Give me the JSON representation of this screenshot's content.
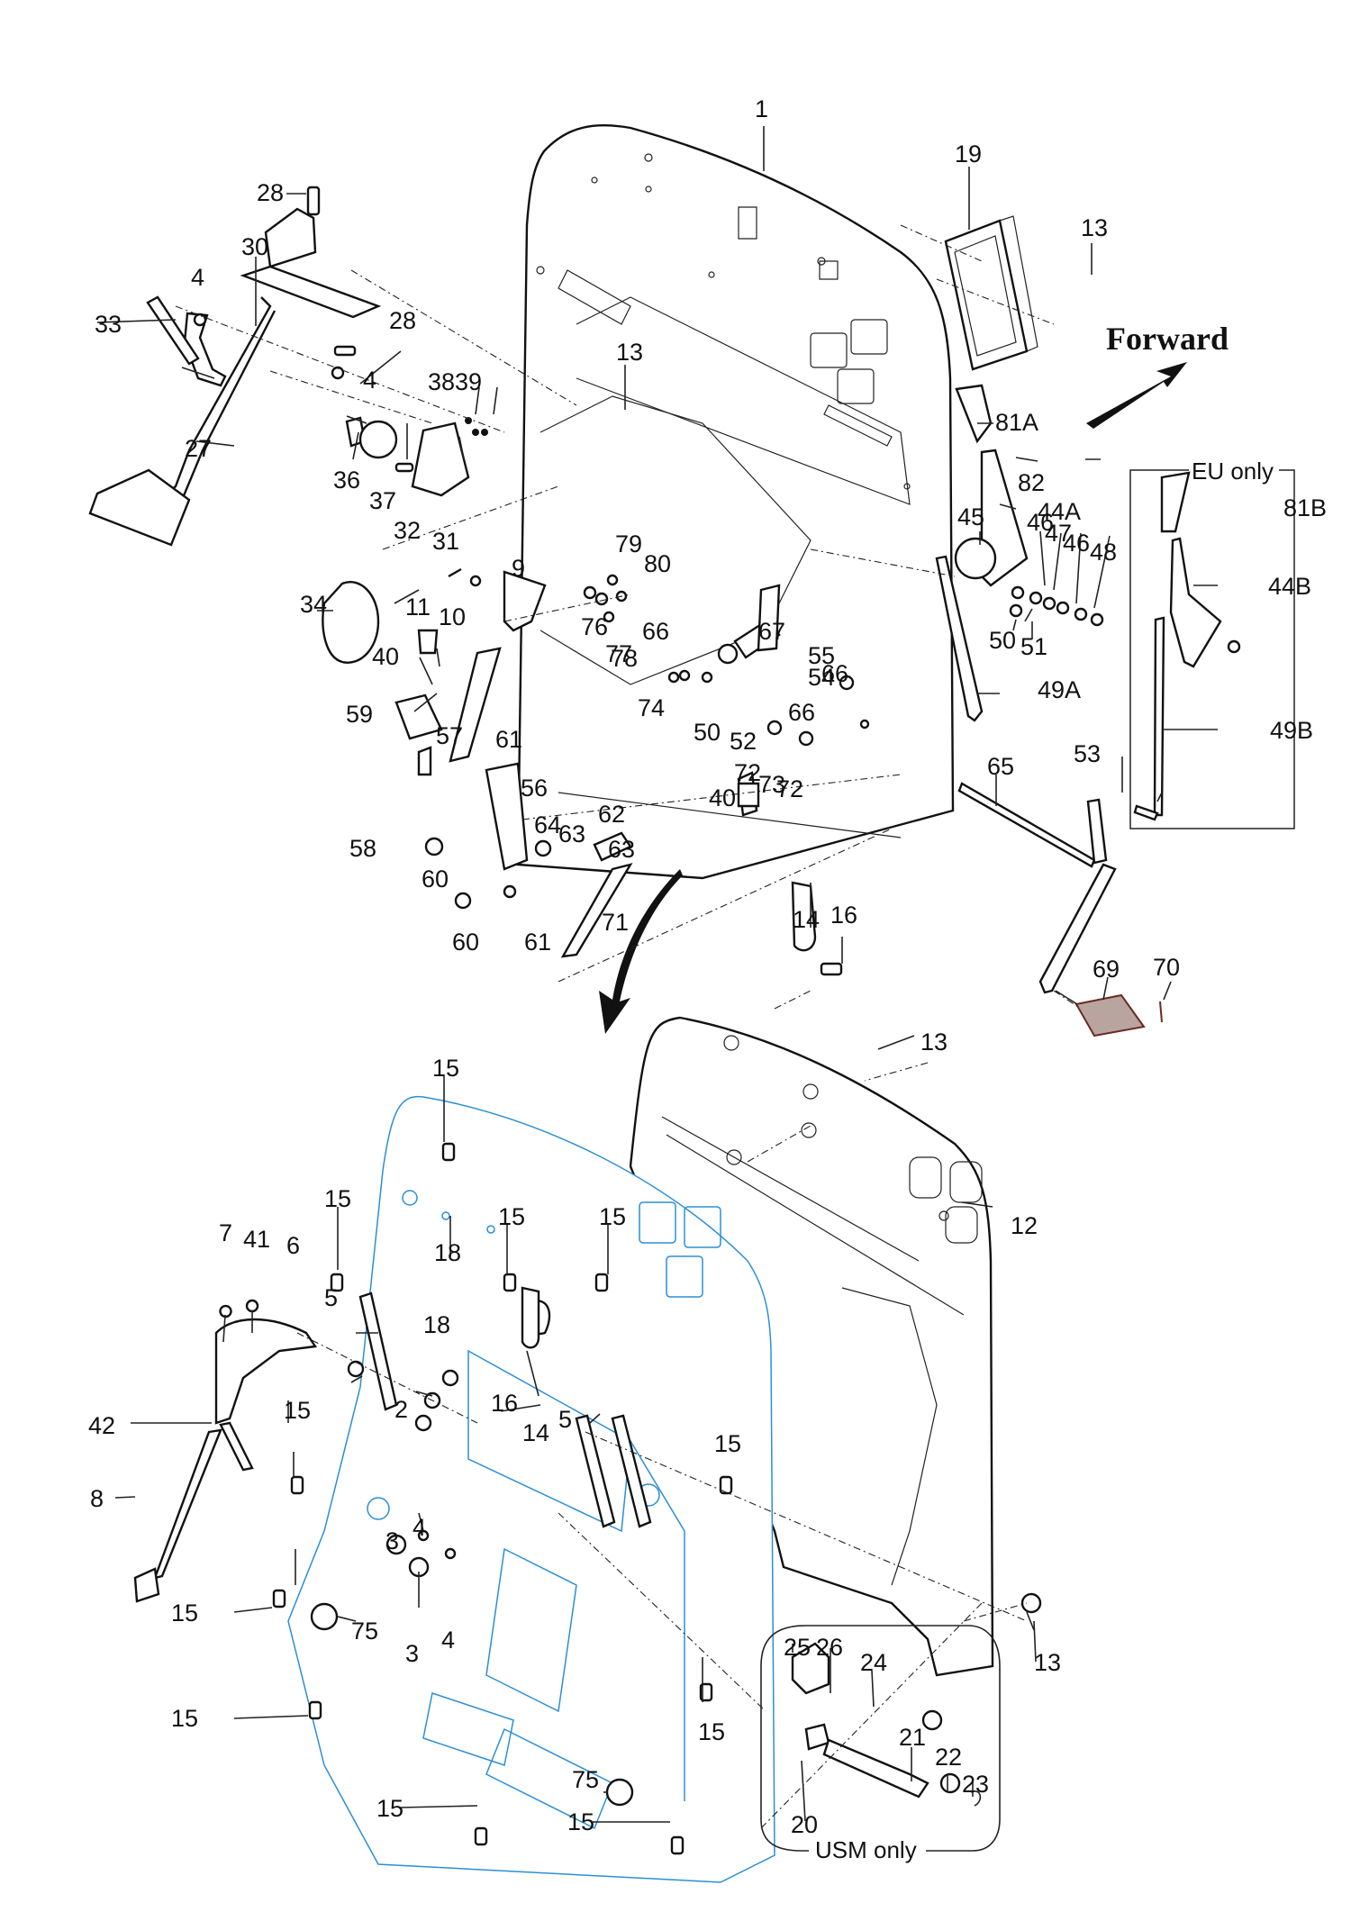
{
  "diagram": {
    "title_direction": "Forward",
    "colors": {
      "line": "#111111",
      "subassembly_blue": "#2b8fd6",
      "pedal_pad": "#6b2a22"
    },
    "notes": {
      "eu_only": "EU only",
      "usm_only": "USM only"
    },
    "callouts": [
      {
        "id": "c1",
        "label": "1"
      },
      {
        "id": "c2",
        "label": "2"
      },
      {
        "id": "c3a",
        "label": "3"
      },
      {
        "id": "c3b",
        "label": "3"
      },
      {
        "id": "c3c",
        "label": "3"
      },
      {
        "id": "c4a",
        "label": "4"
      },
      {
        "id": "c4b",
        "label": "4"
      },
      {
        "id": "c4c",
        "label": "4"
      },
      {
        "id": "c4d",
        "label": "4"
      },
      {
        "id": "c5a",
        "label": "5"
      },
      {
        "id": "c5b",
        "label": "5"
      },
      {
        "id": "c6",
        "label": "6"
      },
      {
        "id": "c7",
        "label": "7"
      },
      {
        "id": "c8",
        "label": "8"
      },
      {
        "id": "c9",
        "label": "9"
      },
      {
        "id": "c10",
        "label": "10"
      },
      {
        "id": "c11",
        "label": "11"
      },
      {
        "id": "c12",
        "label": "12"
      },
      {
        "id": "c13a",
        "label": "13"
      },
      {
        "id": "c13b",
        "label": "13"
      },
      {
        "id": "c13c",
        "label": "13"
      },
      {
        "id": "c13d",
        "label": "13"
      },
      {
        "id": "c14a",
        "label": "14"
      },
      {
        "id": "c14b",
        "label": "14"
      },
      {
        "id": "c15a",
        "label": "15"
      },
      {
        "id": "c15b",
        "label": "15"
      },
      {
        "id": "c15c",
        "label": "15"
      },
      {
        "id": "c15d",
        "label": "15"
      },
      {
        "id": "c15e",
        "label": "15"
      },
      {
        "id": "c15f",
        "label": "15"
      },
      {
        "id": "c15g",
        "label": "15"
      },
      {
        "id": "c15h",
        "label": "15"
      },
      {
        "id": "c15i",
        "label": "15"
      },
      {
        "id": "c15j",
        "label": "15"
      },
      {
        "id": "c15k",
        "label": "15"
      },
      {
        "id": "c16a",
        "label": "16"
      },
      {
        "id": "c16b",
        "label": "16"
      },
      {
        "id": "c18a",
        "label": "18"
      },
      {
        "id": "c18b",
        "label": "18"
      },
      {
        "id": "c19",
        "label": "19"
      },
      {
        "id": "c20",
        "label": "20"
      },
      {
        "id": "c21",
        "label": "21"
      },
      {
        "id": "c22",
        "label": "22"
      },
      {
        "id": "c23",
        "label": "23"
      },
      {
        "id": "c24",
        "label": "24"
      },
      {
        "id": "c25",
        "label": "25"
      },
      {
        "id": "c26",
        "label": "26"
      },
      {
        "id": "c27",
        "label": "27"
      },
      {
        "id": "c28a",
        "label": "28"
      },
      {
        "id": "c28b",
        "label": "28"
      },
      {
        "id": "c30",
        "label": "30"
      },
      {
        "id": "c31",
        "label": "31"
      },
      {
        "id": "c32",
        "label": "32"
      },
      {
        "id": "c33",
        "label": "33"
      },
      {
        "id": "c34",
        "label": "34"
      },
      {
        "id": "c36",
        "label": "36"
      },
      {
        "id": "c37",
        "label": "37"
      },
      {
        "id": "c38",
        "label": "38"
      },
      {
        "id": "c39",
        "label": "39"
      },
      {
        "id": "c40a",
        "label": "40"
      },
      {
        "id": "c40b",
        "label": "40"
      },
      {
        "id": "c41",
        "label": "41"
      },
      {
        "id": "c42",
        "label": "42"
      },
      {
        "id": "c44a",
        "label": "44A"
      },
      {
        "id": "c44b",
        "label": "44B"
      },
      {
        "id": "c45",
        "label": "45"
      },
      {
        "id": "c46a",
        "label": "46"
      },
      {
        "id": "c46b",
        "label": "46"
      },
      {
        "id": "c47",
        "label": "47"
      },
      {
        "id": "c48",
        "label": "48"
      },
      {
        "id": "c49a",
        "label": "49A"
      },
      {
        "id": "c49b",
        "label": "49B"
      },
      {
        "id": "c50a",
        "label": "50"
      },
      {
        "id": "c50b",
        "label": "50"
      },
      {
        "id": "c51",
        "label": "51"
      },
      {
        "id": "c52",
        "label": "52"
      },
      {
        "id": "c53",
        "label": "53"
      },
      {
        "id": "c54",
        "label": "54"
      },
      {
        "id": "c55",
        "label": "55"
      },
      {
        "id": "c56",
        "label": "56"
      },
      {
        "id": "c57",
        "label": "57"
      },
      {
        "id": "c58",
        "label": "58"
      },
      {
        "id": "c59",
        "label": "59"
      },
      {
        "id": "c60a",
        "label": "60"
      },
      {
        "id": "c60b",
        "label": "60"
      },
      {
        "id": "c61a",
        "label": "61"
      },
      {
        "id": "c61b",
        "label": "61"
      },
      {
        "id": "c62",
        "label": "62"
      },
      {
        "id": "c63a",
        "label": "63"
      },
      {
        "id": "c63b",
        "label": "63"
      },
      {
        "id": "c64",
        "label": "64"
      },
      {
        "id": "c65",
        "label": "65"
      },
      {
        "id": "c66a",
        "label": "66"
      },
      {
        "id": "c66b",
        "label": "66"
      },
      {
        "id": "c66c",
        "label": "66"
      },
      {
        "id": "c67",
        "label": "67"
      },
      {
        "id": "c69",
        "label": "69"
      },
      {
        "id": "c70",
        "label": "70"
      },
      {
        "id": "c71",
        "label": "71"
      },
      {
        "id": "c72a",
        "label": "72"
      },
      {
        "id": "c72b",
        "label": "72"
      },
      {
        "id": "c73",
        "label": "73"
      },
      {
        "id": "c74",
        "label": "74"
      },
      {
        "id": "c75a",
        "label": "75"
      },
      {
        "id": "c75b",
        "label": "75"
      },
      {
        "id": "c76",
        "label": "76"
      },
      {
        "id": "c77",
        "label": "77"
      },
      {
        "id": "c78",
        "label": "78"
      },
      {
        "id": "c79",
        "label": "79"
      },
      {
        "id": "c80",
        "label": "80"
      },
      {
        "id": "c81a",
        "label": "81A"
      },
      {
        "id": "c81b",
        "label": "81B"
      },
      {
        "id": "c82",
        "label": "82"
      }
    ]
  }
}
